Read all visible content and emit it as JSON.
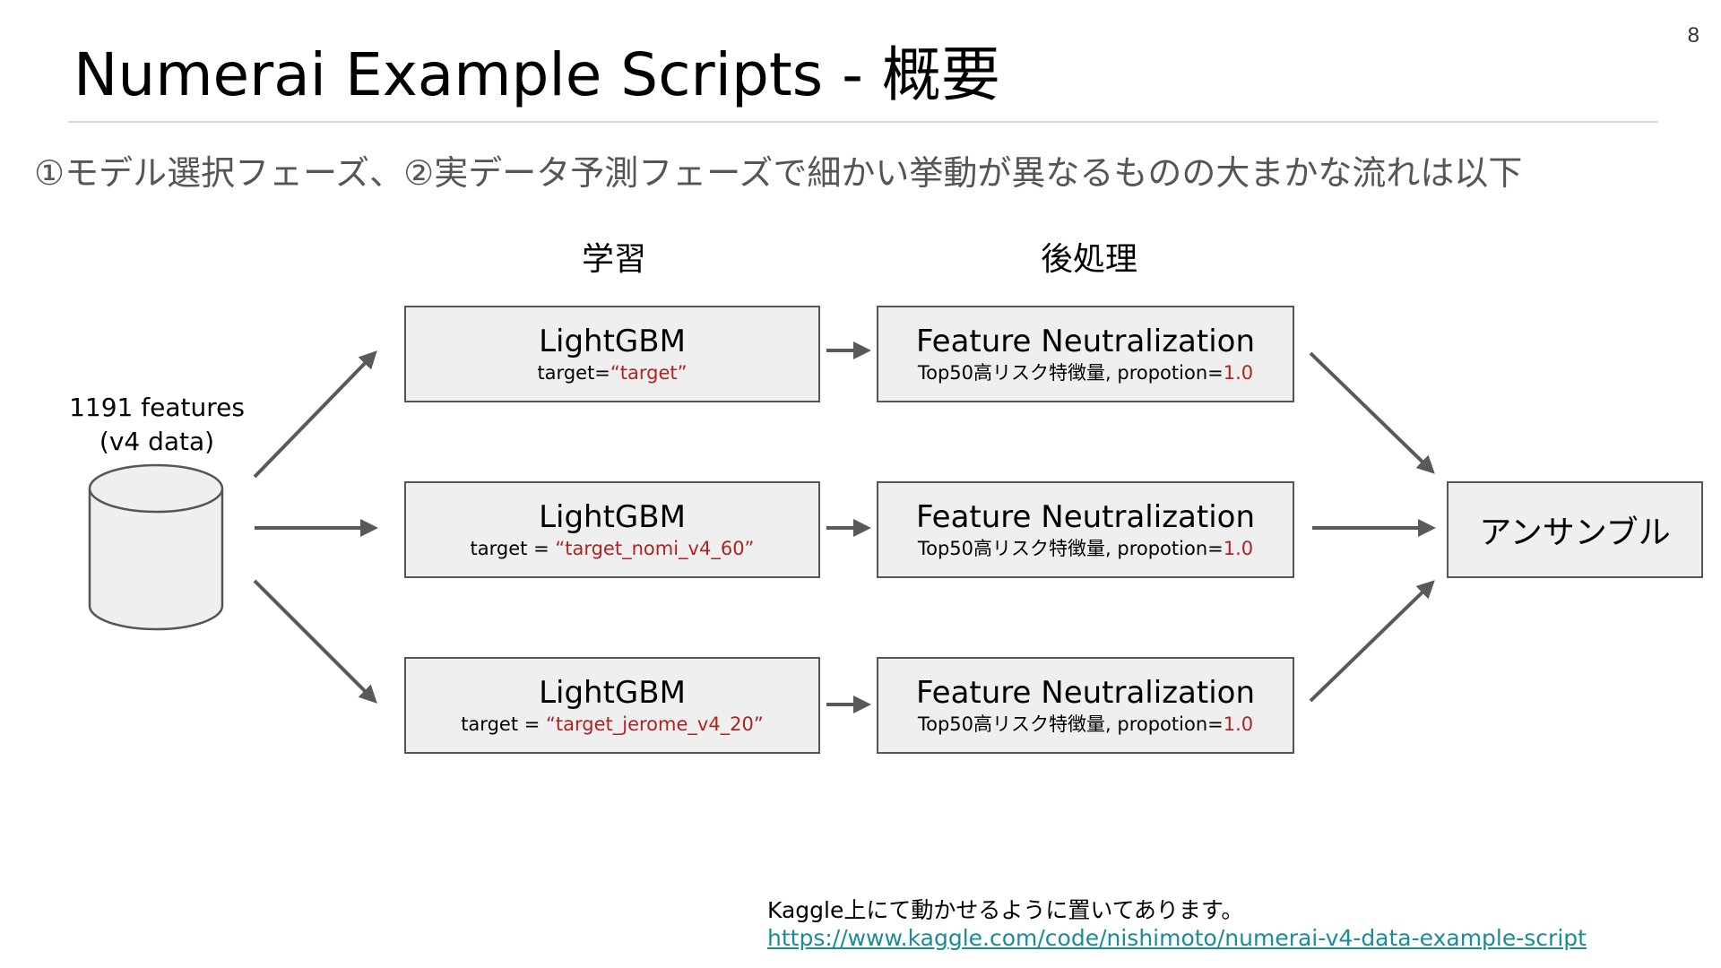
{
  "page_number": "8",
  "title": "Numerai Example Scripts - 概要",
  "subtitle": "①モデル選択フェーズ、②実データ予測フェーズで細かい挙動が異なるものの大まかな流れは以下",
  "headers": {
    "training": "学習",
    "postprocess": "後処理"
  },
  "data_source": {
    "line1": "1191 features",
    "line2": "(v4 data)"
  },
  "models": [
    {
      "title": "LightGBM",
      "sub_prefix": "target=",
      "target": "“target”"
    },
    {
      "title": "LightGBM",
      "sub_prefix": "target = ",
      "target": "“target_nomi_v4_60”"
    },
    {
      "title": "LightGBM",
      "sub_prefix": "target = ",
      "target": "“target_jerome_v4_20”"
    }
  ],
  "neutralization": [
    {
      "title": "Feature Neutralization",
      "sub_prefix": "Top50高リスク特徴量, propotion=",
      "value": "1.0"
    },
    {
      "title": "Feature Neutralization",
      "sub_prefix": "Top50高リスク特徴量, propotion=",
      "value": "1.0"
    },
    {
      "title": "Feature Neutralization",
      "sub_prefix": "Top50高リスク特徴量, propotion=",
      "value": "1.0"
    }
  ],
  "ensemble": {
    "label": "アンサンブル"
  },
  "footer": {
    "note": "Kaggle上にて動かせるように置いてあります。",
    "link": "https://www.kaggle.com/code/nishimoto/numerai-v4-data-example-script"
  },
  "colors": {
    "arrow": "#595959",
    "box_fill": "#efefef",
    "box_border": "#555555",
    "accent_red": "#b22222",
    "link": "#1a8c96"
  }
}
